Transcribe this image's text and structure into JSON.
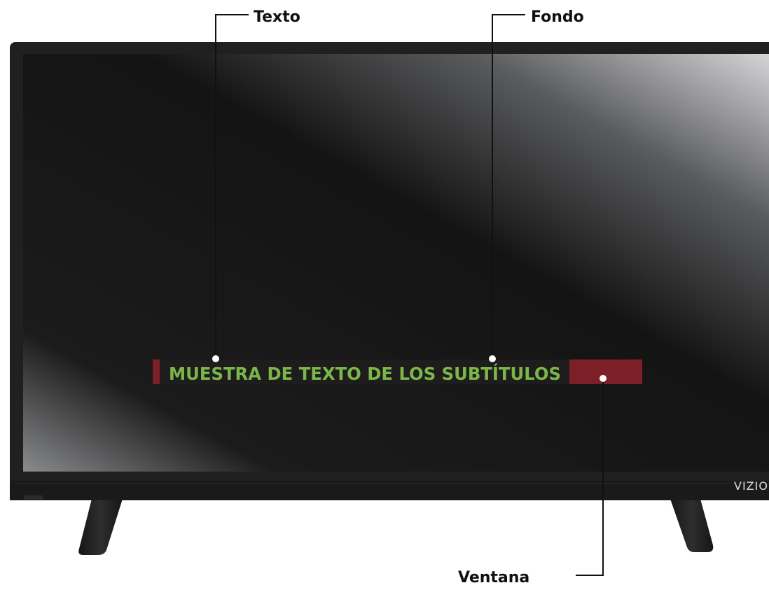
{
  "callouts": {
    "text_label": "Texto",
    "background_label": "Fondo",
    "window_label": "Ventana"
  },
  "screen": {
    "caption": "MUESTRA DE TEXTO DE LOS SUBTÍTULOS"
  },
  "brand": {
    "logo_text": "VIZIO"
  },
  "colors": {
    "caption_text": "#7ab648",
    "caption_background": "#1e1c1c",
    "caption_window": "#7d1f26",
    "bezel": "#202020",
    "leader_lines": "#111111"
  }
}
